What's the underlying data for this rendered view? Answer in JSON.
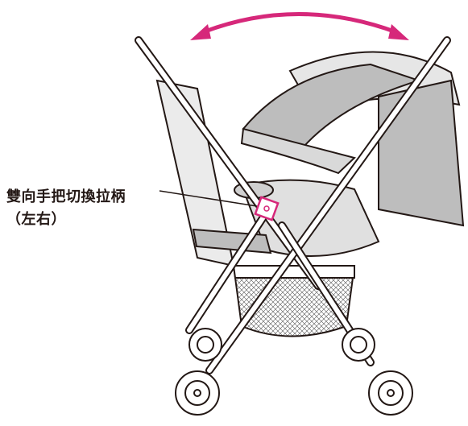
{
  "callout": {
    "line1": "雙向手把切換拉柄",
    "line2": "（左右）"
  },
  "colors": {
    "accent": "#d6287a",
    "line": "#231815",
    "canopy": "#e6e6e6",
    "canopy_dark": "#bdbdbd"
  },
  "icons": {
    "direction_arrow": "double-headed-curved-arrow",
    "handle_lever": "reversible-handle-lever"
  }
}
